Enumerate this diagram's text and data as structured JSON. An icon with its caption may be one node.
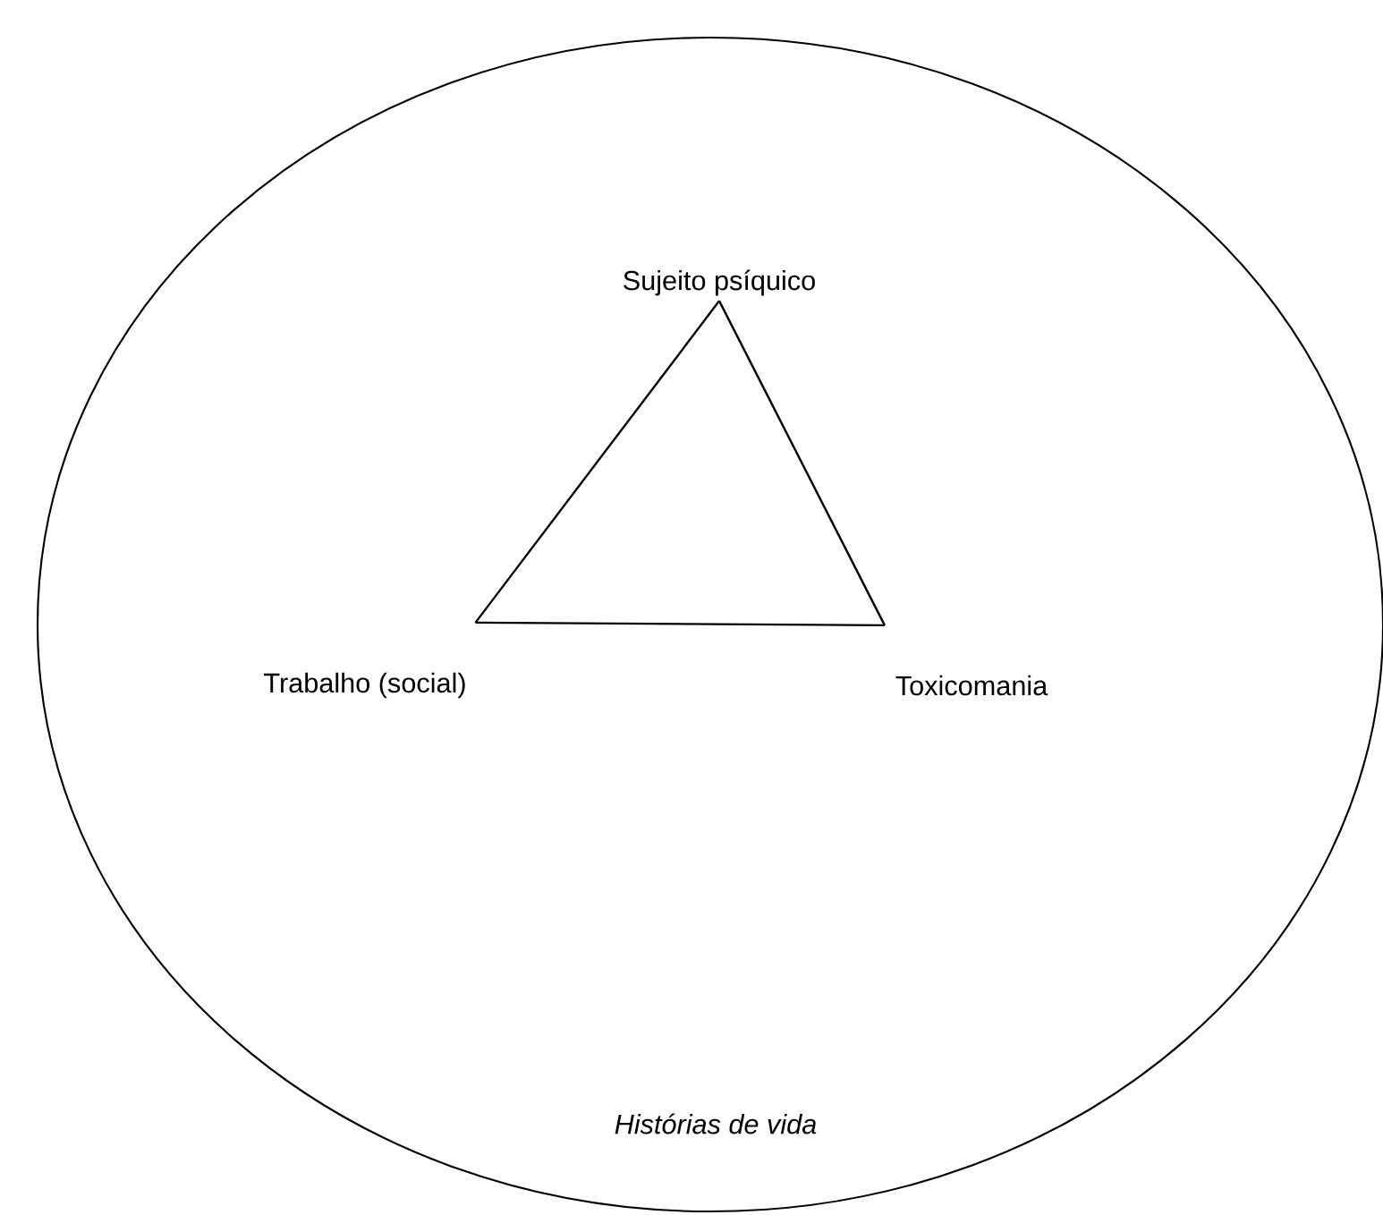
{
  "diagram": {
    "nodes": [
      {
        "text": [
          "Histórias de vida"
        ]
      },
      {
        "text": [
          "Sujeito psíquico"
        ],
        "in": 0
      },
      {
        "text": [
          "Trabalho (social)"
        ],
        "in": 0
      },
      {
        "text": [
          "Toxicomania"
        ],
        "in": 0
      }
    ],
    "edges": [
      {
        "from": 1,
        "to": 2,
        "arrow": "none"
      },
      {
        "from": 2,
        "to": 3,
        "arrow": "none"
      },
      {
        "from": 3,
        "to": 1,
        "arrow": "none"
      }
    ]
  }
}
